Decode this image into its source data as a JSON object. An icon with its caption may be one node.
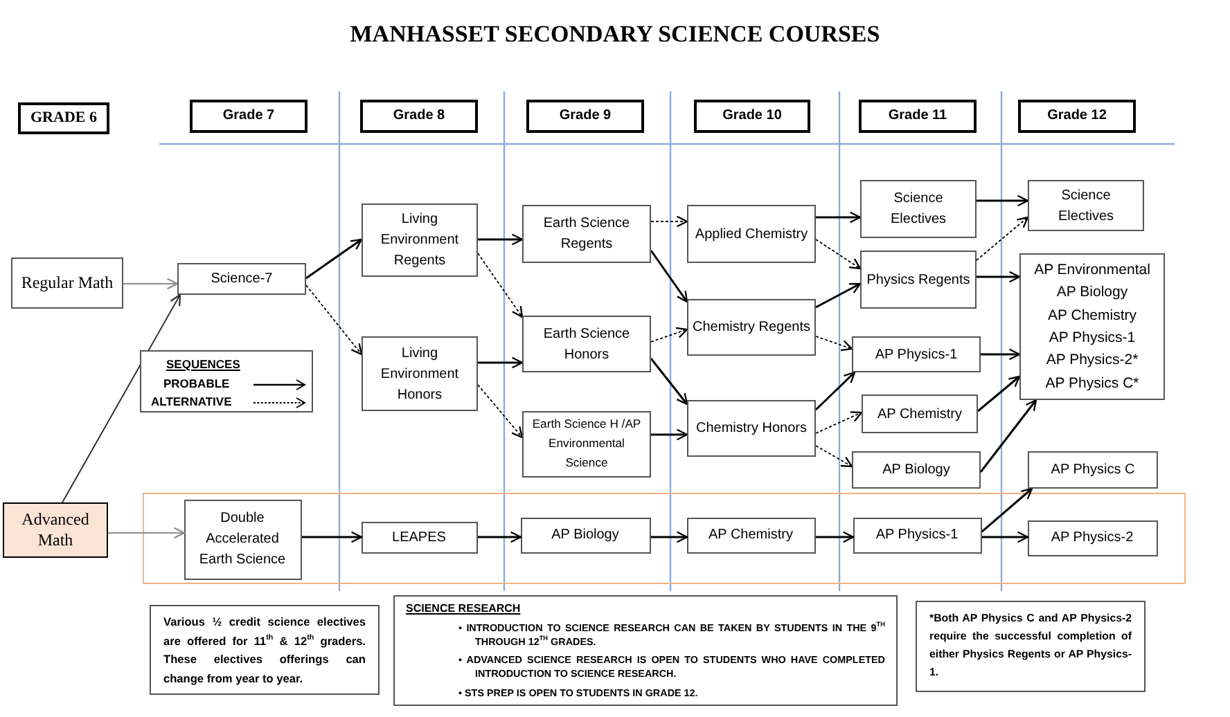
{
  "diagram": {
    "title": "MANHASSET SECONDARY SCIENCE COURSES",
    "nodes": [
      {
        "text": [
          "GRADE 6"
        ]
      },
      {
        "text": [
          "Grade 7"
        ]
      },
      {
        "text": [
          "Grade 8"
        ]
      },
      {
        "text": [
          "Grade 9"
        ]
      },
      {
        "text": [
          "Grade 10"
        ]
      },
      {
        "text": [
          "Grade 11"
        ]
      },
      {
        "text": [
          "Grade 12"
        ]
      },
      {
        "text": [
          "Regular Math"
        ]
      },
      {
        "text": [
          "Science-7"
        ]
      },
      {
        "text": [
          "Living Environment Regents"
        ]
      },
      {
        "text": [
          "Living Environment Honors"
        ]
      },
      {
        "text": [
          "Earth Science Regents"
        ]
      },
      {
        "text": [
          "Earth Science Honors"
        ]
      },
      {
        "text": [
          "Earth Science H /AP Environmental Science"
        ]
      },
      {
        "text": [
          "Applied Chemistry"
        ]
      },
      {
        "text": [
          "Chemistry Regents"
        ]
      },
      {
        "text": [
          "Chemistry Honors"
        ]
      },
      {
        "text": [
          "Science Electives"
        ]
      },
      {
        "text": [
          "Physics Regents"
        ]
      },
      {
        "text": [
          "AP Physics-1"
        ]
      },
      {
        "text": [
          "AP Chemistry"
        ]
      },
      {
        "text": [
          "AP Biology"
        ]
      },
      {
        "text": [
          "Science Electives"
        ]
      },
      {
        "text": [
          "AP Environmental",
          "AP Biology",
          "AP Chemistry",
          "AP Physics-1",
          "AP Physics-2*",
          "AP Physics C*"
        ]
      },
      {
        "text": [
          "AP Physics C"
        ]
      },
      {
        "text": [
          "Advanced Math"
        ]
      },
      {
        "text": [],
        "shape": "box"
      },
      {
        "text": [
          "Double Accelerated Earth Science"
        ],
        "in": 26
      },
      {
        "text": [
          "LEAPES"
        ],
        "in": 26
      },
      {
        "text": [
          "AP Biology"
        ],
        "in": 26
      },
      {
        "text": [
          "AP Chemistry"
        ],
        "in": 26
      },
      {
        "text": [
          "AP Physics-1"
        ],
        "in": 26
      },
      {
        "text": [
          "AP Physics-2"
        ],
        "in": 26
      },
      {
        "text": [
          "Various ½ credit science electives are offered for 11$^{th}$ & 12$^{th}$ graders. These electives offerings can change from year to year."
        ]
      },
      {
        "text": [
          "SCIENCE RESEARCH",
          "• INTRODUCTION TO SCIENCE RESEARCH CAN BE TAKEN BY STUDENTS IN THE 9$^{TH}$ THROUGH 12$^{TH}$ GRADES.",
          "• ADVANCED SCIENCE RESEARCH IS OPEN TO STUDENTS WHO HAVE COMPLETED INTRODUCTION TO SCIENCE RESEARCH.",
          "• STS PREP IS OPEN TO STUDENTS IN GRADE 12."
        ]
      },
      {
        "text": [
          "*Both AP Physics C and AP Physics-2 require the successful completion of either Physics Regents or AP Physics-1."
        ]
      }
    ],
    "edges": [
      {
        "from": 7,
        "to": 8,
        "arrow": "to",
        "color": "#8c8c8c"
      },
      {
        "from": 25,
        "to": 27,
        "arrow": "to",
        "color": "#8c8c8c"
      },
      {
        "from": 25,
        "to": 8,
        "arrow": "to",
        "color": "#333333"
      },
      {
        "from": 8,
        "to": 9,
        "arrow": "to"
      },
      {
        "from": 8,
        "to": 10,
        "arrow": "to",
        "style": "dashed"
      },
      {
        "from": 9,
        "to": 11,
        "arrow": "to"
      },
      {
        "from": 9,
        "to": 12,
        "arrow": "to",
        "style": "dashed"
      },
      {
        "from": 10,
        "to": 12,
        "arrow": "to"
      },
      {
        "from": 10,
        "to": 13,
        "arrow": "to",
        "style": "dashed"
      },
      {
        "from": 11,
        "to": 14,
        "arrow": "to",
        "style": "dashed"
      },
      {
        "from": 11,
        "to": 15,
        "arrow": "to"
      },
      {
        "from": 12,
        "to": 15,
        "arrow": "to",
        "style": "dashed"
      },
      {
        "from": 12,
        "to": 16,
        "arrow": "to"
      },
      {
        "from": 13,
        "to": 16,
        "arrow": "to"
      },
      {
        "from": 14,
        "to": 17,
        "arrow": "to"
      },
      {
        "from": 14,
        "to": 18,
        "arrow": "to",
        "style": "dashed"
      },
      {
        "from": 15,
        "to": 18,
        "arrow": "to"
      },
      {
        "from": 15,
        "to": 19,
        "arrow": "to",
        "style": "dashed"
      },
      {
        "from": 16,
        "to": 19,
        "arrow": "to"
      },
      {
        "from": 16,
        "to": 20,
        "arrow": "to",
        "style": "dashed"
      },
      {
        "from": 16,
        "to": 21,
        "arrow": "to",
        "style": "dashed"
      },
      {
        "from": 17,
        "to": 22,
        "arrow": "to"
      },
      {
        "from": 18,
        "to": 22,
        "arrow": "to",
        "style": "dashed"
      },
      {
        "from": 18,
        "to": 23,
        "arrow": "to"
      },
      {
        "from": 19,
        "to": 23,
        "arrow": "to"
      },
      {
        "from": 20,
        "to": 23,
        "arrow": "to"
      },
      {
        "from": 21,
        "to": 23,
        "arrow": "to"
      },
      {
        "from": 27,
        "to": 28,
        "arrow": "to"
      },
      {
        "from": 28,
        "to": 29,
        "arrow": "to"
      },
      {
        "from": 29,
        "to": 30,
        "arrow": "to"
      },
      {
        "from": 30,
        "to": 31,
        "arrow": "to"
      },
      {
        "from": 31,
        "to": 32,
        "arrow": "to"
      },
      {
        "from": 31,
        "to": 24,
        "arrow": "to"
      }
    ],
    "labels": [
      "SEQUENCES"
    ],
    "legend": [
      {
        "text": "PROBABLE"
      },
      {
        "text": "ALTERNATIVE"
      }
    ]
  }
}
